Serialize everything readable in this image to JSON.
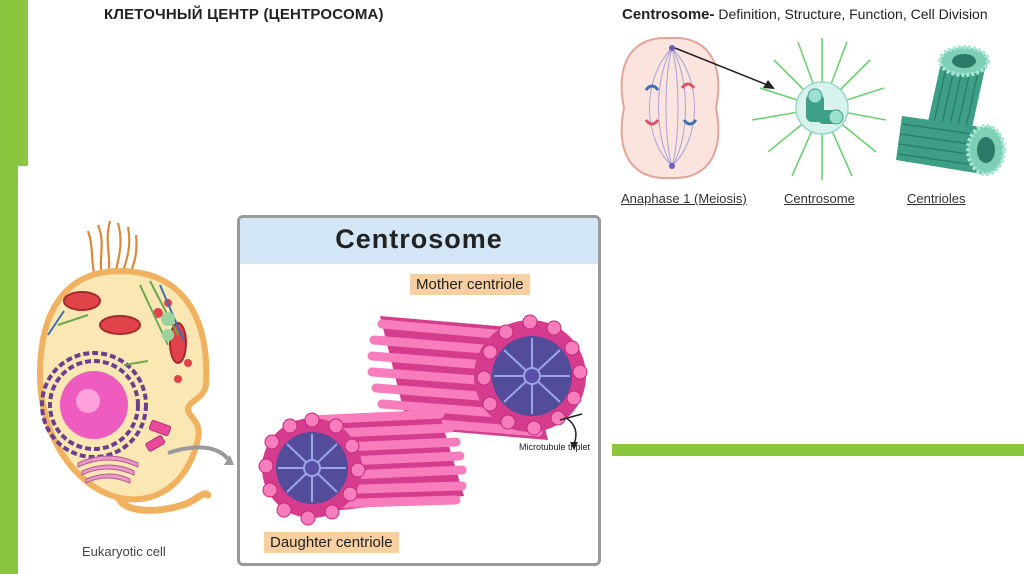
{
  "slide": {
    "title": "КЛЕТОЧНЫЙ ЦЕНТР (ЦЕНТРОСОМА)"
  },
  "top_panel": {
    "title_bold": "Centrosome-",
    "title_rest": " Definition, Structure, Function, Cell Division",
    "captions": [
      "Anaphase 1 (Meiosis)",
      "Centrosome",
      "Centrioles "
    ]
  },
  "cell": {
    "label": "Eukaryotic cell"
  },
  "centrosome_box": {
    "title": "Centrosome",
    "mother_label": "Mother centriole",
    "daughter_label": "Daughter centriole",
    "microtubule_label": "Microtubule triplet"
  },
  "colors": {
    "accent_bar": "#8cc63f",
    "centriole_pink": "#e8499a",
    "centriole_dark": "#c2287a",
    "hub_purple": "#5a4fa8",
    "teal": "#3c9f86",
    "box_header": "#d3e6f5",
    "tag_bg": "#f8cfa1"
  }
}
